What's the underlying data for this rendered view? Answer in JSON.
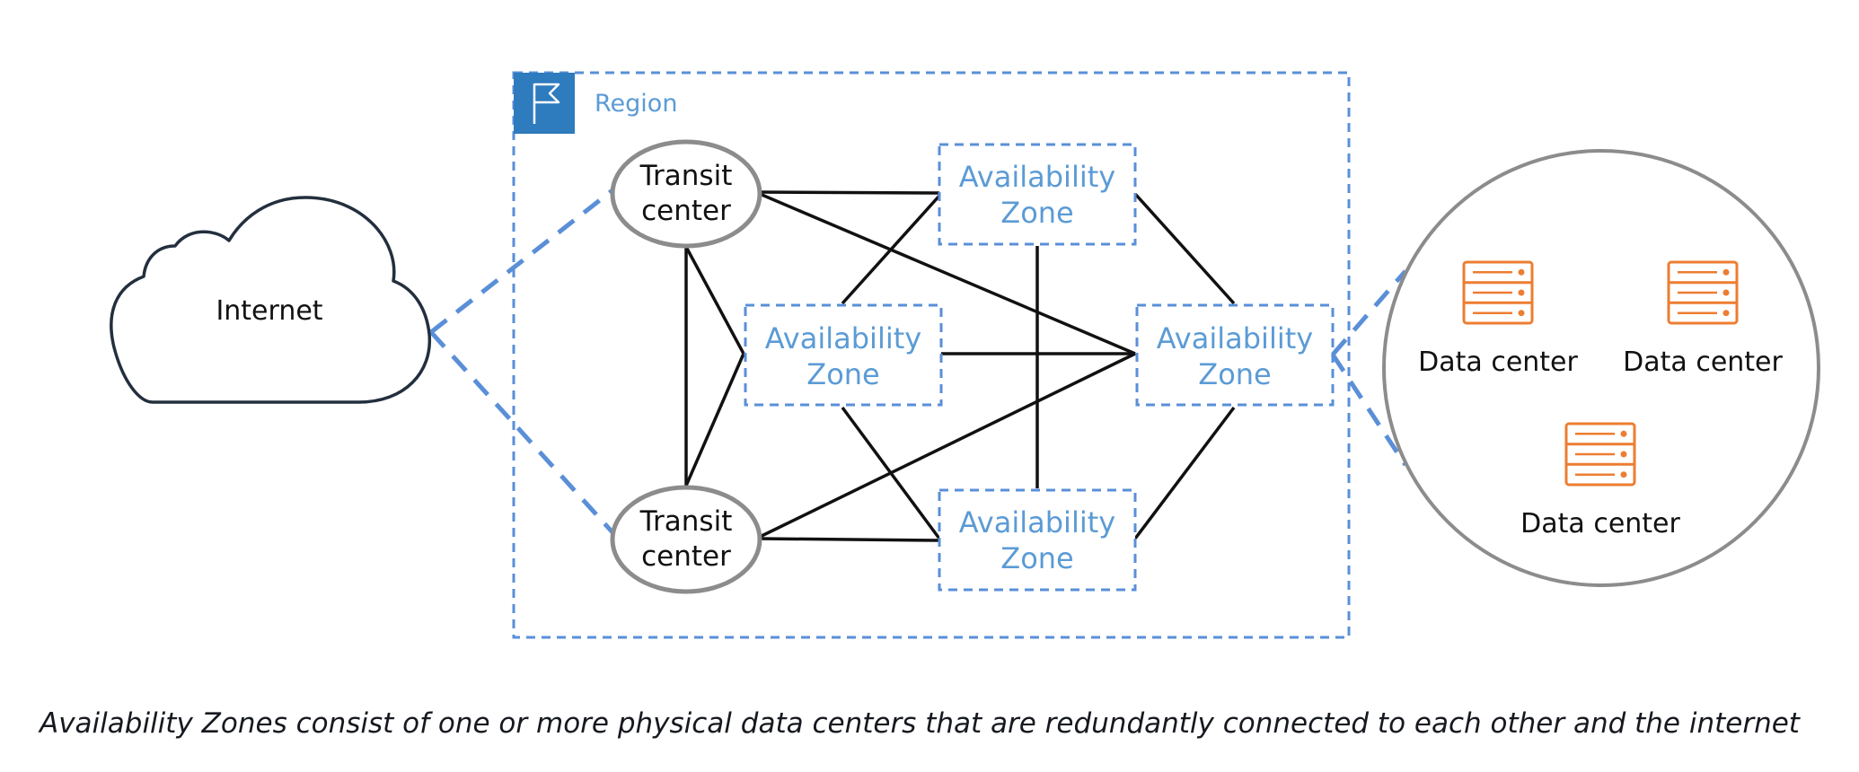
{
  "colors": {
    "dashed_blue": "#5a8fd8",
    "zone_text": "#5b9bd5",
    "region_flag_bg": "#2e7bbd",
    "ellipse_stroke": "#8c8c8c",
    "line": "#111111",
    "server": "#ed7d31",
    "cloud_stroke": "#232f3e"
  },
  "internet": {
    "label": "Internet",
    "icon": "cloud-icon"
  },
  "region": {
    "label": "Region",
    "icon": "flag-icon"
  },
  "transit_centers": [
    {
      "line1": "Transit",
      "line2": "center"
    },
    {
      "line1": "Transit",
      "line2": "center"
    }
  ],
  "availability_zones": [
    {
      "line1": "Availability",
      "line2": "Zone"
    },
    {
      "line1": "Availability",
      "line2": "Zone"
    },
    {
      "line1": "Availability",
      "line2": "Zone"
    },
    {
      "line1": "Availability",
      "line2": "Zone"
    }
  ],
  "data_centers": [
    {
      "label": "Data center",
      "icon": "server-icon"
    },
    {
      "label": "Data center",
      "icon": "server-icon"
    },
    {
      "label": "Data center",
      "icon": "server-icon"
    }
  ],
  "caption": "Availability Zones consist of one or more physical data centers that are redundantly connected to each other and the internet"
}
